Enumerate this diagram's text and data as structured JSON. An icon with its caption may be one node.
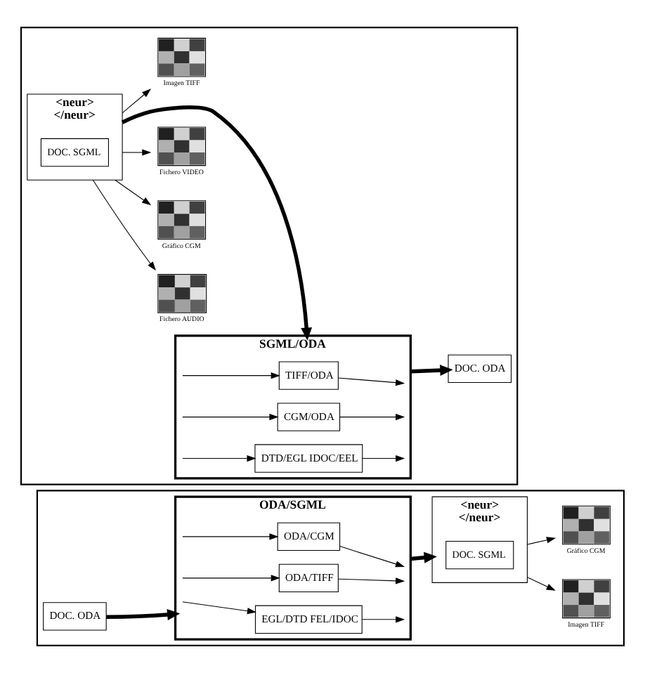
{
  "diagram": {
    "nodes": [
      {
        "text": [],
        "shape": "box"
      },
      {
        "text": [],
        "shape": "picture",
        "beside": [
          "Imagen TIFF"
        ],
        "in": 0
      },
      {
        "text": [],
        "shape": "picture",
        "beside": [
          "Fichero AUDIO"
        ],
        "in": 0
      },
      {
        "text": [
          "<neur>",
          "</neur>"
        ],
        "in": 0
      },
      {
        "text": [
          "DOC. SGML"
        ],
        "in": 3
      },
      {
        "text": [],
        "shape": "picture",
        "beside": [
          "Gráfico CGM"
        ],
        "in": 0
      },
      {
        "text": [],
        "shape": "picture",
        "beside": [
          "Fichero VIDEO"
        ],
        "in": 0
      },
      {
        "text": [
          "SGML/ODA"
        ],
        "in": 0
      },
      {
        "text": [
          "TIFF/ODA"
        ],
        "in": 7
      },
      {
        "text": [
          "CGM/ODA"
        ],
        "in": 7
      },
      {
        "text": [
          "DTD/EGL IDOC/EEL"
        ],
        "in": 7
      },
      {
        "text": [
          "DOC. ODA"
        ],
        "in": 0
      },
      {
        "text": [],
        "shape": "box"
      },
      {
        "text": [
          "DOC. ODA"
        ],
        "in": 12
      },
      {
        "text": [
          "ODA/SGML"
        ],
        "in": 12
      },
      {
        "text": [
          "ODA/TIFF"
        ],
        "in": 14
      },
      {
        "text": [
          "ODA/CGM"
        ],
        "in": 14
      },
      {
        "text": [
          "EGL/DTD FEL/IDOC"
        ],
        "in": 14
      },
      {
        "text": [
          "<neur>",
          "</neur>"
        ],
        "in": 12
      },
      {
        "text": [
          "DOC. SGML"
        ],
        "in": 18
      },
      {
        "text": [],
        "shape": "picture",
        "beside": [
          "Imagen TIFF"
        ],
        "in": 12
      },
      {
        "text": [],
        "shape": "picture",
        "beside": [
          "Gráfico CGM"
        ],
        "in": 12
      }
    ],
    "edges": [
      {
        "from": 3,
        "to": 1,
        "arrow": "to"
      },
      {
        "from": 3,
        "to": 2,
        "arrow": "to"
      },
      {
        "from": 3,
        "to": 5,
        "arrow": "to"
      },
      {
        "from": 3,
        "to": 6,
        "arrow": "to"
      },
      {
        "from": 3,
        "to": 7,
        "arrow": "to",
        "style": "thick"
      },
      {
        "from": 7,
        "to": 8,
        "arrow": "to"
      },
      {
        "from": 7,
        "to": 9,
        "arrow": "to"
      },
      {
        "from": 7,
        "to": 10,
        "arrow": "to"
      },
      {
        "from": 8,
        "to": 7,
        "arrow": "to"
      },
      {
        "from": 9,
        "to": 7,
        "arrow": "to"
      },
      {
        "from": 10,
        "to": 7,
        "arrow": "to"
      },
      {
        "from": 7,
        "to": 11,
        "arrow": "to",
        "style": "thick"
      },
      {
        "from": 13,
        "to": 14,
        "arrow": "to",
        "style": "thick"
      },
      {
        "from": 14,
        "to": 15,
        "arrow": "to"
      },
      {
        "from": 14,
        "to": 16,
        "arrow": "to"
      },
      {
        "from": 14,
        "to": 17,
        "arrow": "to"
      },
      {
        "from": 15,
        "to": 14,
        "arrow": "to"
      },
      {
        "from": 16,
        "to": 14,
        "arrow": "to"
      },
      {
        "from": 17,
        "to": 14,
        "arrow": "to"
      },
      {
        "from": 14,
        "to": 18,
        "arrow": "to",
        "style": "thick"
      },
      {
        "from": 18,
        "to": 20,
        "arrow": "to"
      },
      {
        "from": 18,
        "to": 21,
        "arrow": "to"
      }
    ]
  }
}
